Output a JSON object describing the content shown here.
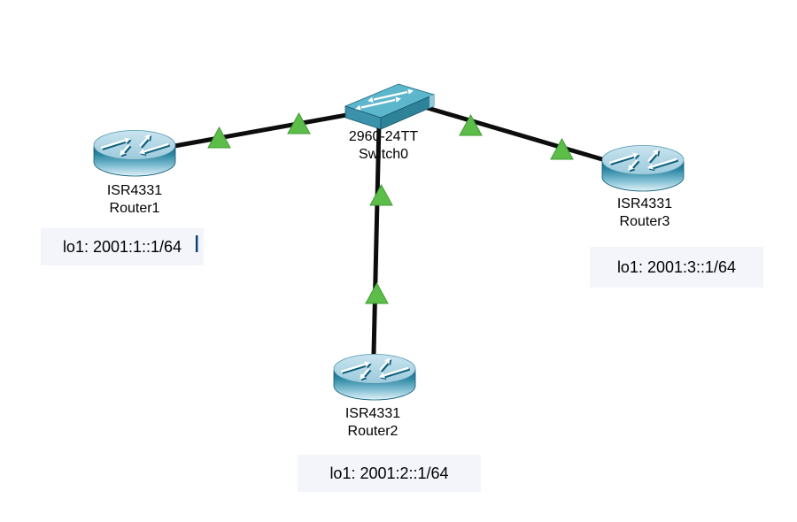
{
  "app": {
    "view": "network-topology-canvas"
  },
  "colors": {
    "canvas_bg": "#ffffff",
    "wire": "#0d0d0d",
    "status_up_green": "#5cbe49",
    "status_up_green_edge": "#3f9a33",
    "note_bg": "#f3f5fb",
    "label_text": "#000000",
    "switch_teal_top": "#5cb6cc",
    "switch_teal_front": "#3b92aa",
    "router_top_blue": "#b7dbe9",
    "caret_blue": "#4d9fff"
  },
  "devices": {
    "switch0": {
      "model": "2960-24TT",
      "name": "Switch0",
      "icon": "switch-icon"
    },
    "router1": {
      "model": "ISR4331",
      "name": "Router1",
      "icon": "router-icon"
    },
    "router2": {
      "model": "ISR4331",
      "name": "Router2",
      "icon": "router-icon"
    },
    "router3": {
      "model": "ISR4331",
      "name": "Router3",
      "icon": "router-icon"
    }
  },
  "notes": {
    "router1_loopback": "lo1: 2001:1::1/64",
    "router2_loopback": "lo1: 2001:2::1/64",
    "router3_loopback": "lo1: 2001:3::1/64"
  },
  "links": [
    {
      "from": "Router1",
      "to": "Switch0",
      "status": "up",
      "indicator": "green-triangle"
    },
    {
      "from": "Switch0",
      "to": "Router3",
      "status": "up",
      "indicator": "green-triangle"
    },
    {
      "from": "Switch0",
      "to": "Router2",
      "status": "up",
      "indicator": "green-triangle"
    }
  ]
}
